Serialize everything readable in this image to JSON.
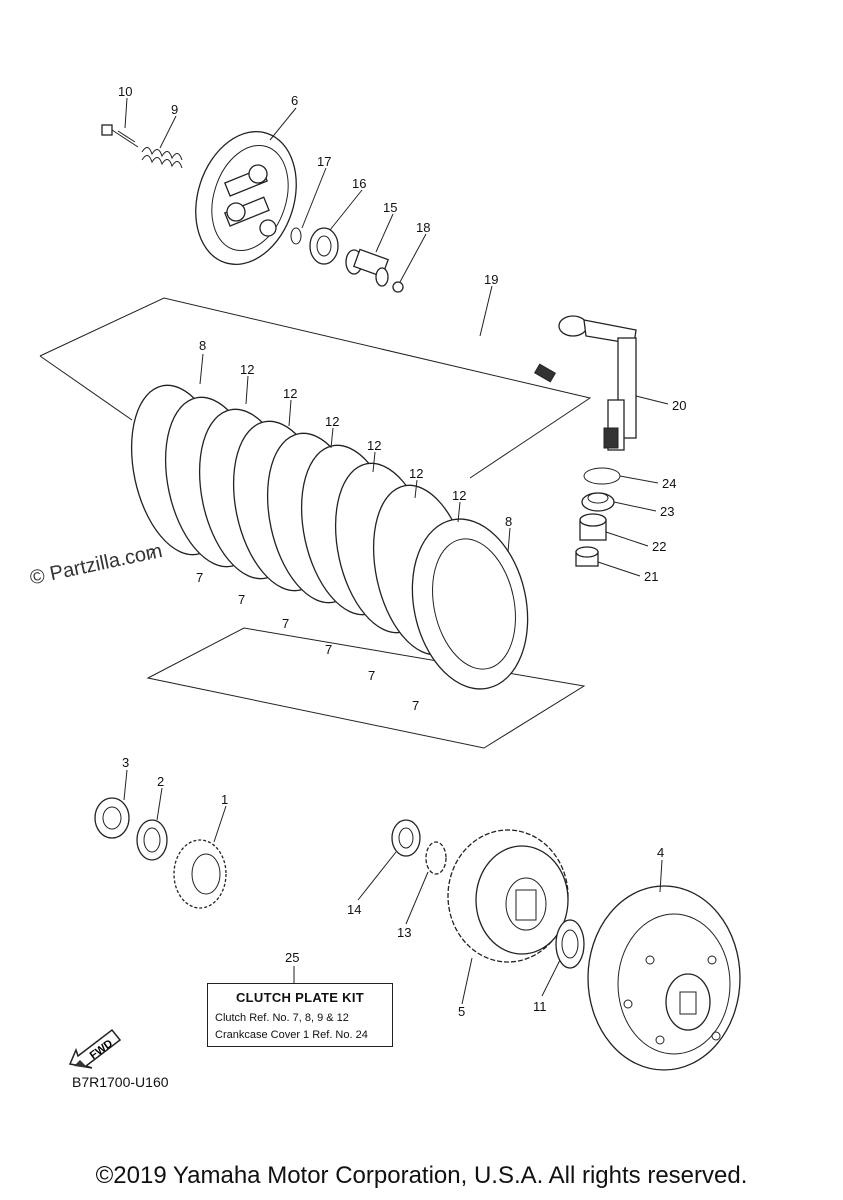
{
  "callouts": {
    "c1": "1",
    "c2": "2",
    "c3": "3",
    "c4": "4",
    "c5": "5",
    "c6": "6",
    "c7": "7",
    "c8": "8",
    "c9": "9",
    "c10": "10",
    "c11": "11",
    "c12": "12",
    "c13": "13",
    "c14": "14",
    "c15": "15",
    "c16": "16",
    "c17": "17",
    "c18": "18",
    "c19": "19",
    "c20": "20",
    "c21": "21",
    "c22": "22",
    "c23": "23",
    "c24": "24",
    "c25": "25"
  },
  "kit_box": {
    "title": "CLUTCH PLATE KIT",
    "line1": "Clutch  Ref. No.  7, 8, 9 & 12",
    "line2": "Crankcase Cover 1  Ref. No.  24"
  },
  "fwd_label": "FWD",
  "watermark": "© Partzilla.com",
  "diagram_code": "B7R1700-U160",
  "copyright": "©2019 Yamaha Motor Corporation, U.S.A. All rights reserved."
}
